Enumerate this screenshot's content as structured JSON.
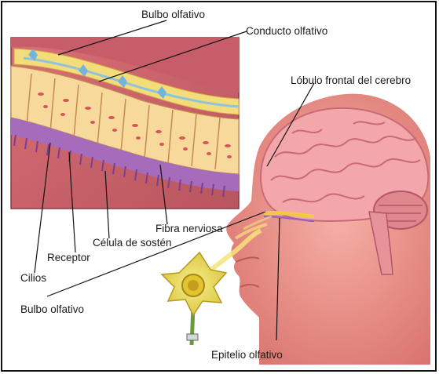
{
  "labels": {
    "bulbo_top": "Bulbo olfativo",
    "conducto": "Conducto olfativo",
    "lobulo": "Lóbulo frontal del cerebro",
    "fibra": "Fibra nerviosa",
    "celula": "Célula de sostén",
    "receptor": "Receptor",
    "cilios": "Cilios",
    "bulbo_bottom": "Bulbo olfativo",
    "epitelio": "Epitelio olfativo"
  },
  "colors": {
    "skin": "#e98f86",
    "skin_dark": "#cf6a66",
    "brain": "#f2a3a6",
    "cell": "#f6d89a",
    "cilia": "#9a63b4",
    "nerve": "#8fc4dc",
    "flower": "#efe15a"
  }
}
